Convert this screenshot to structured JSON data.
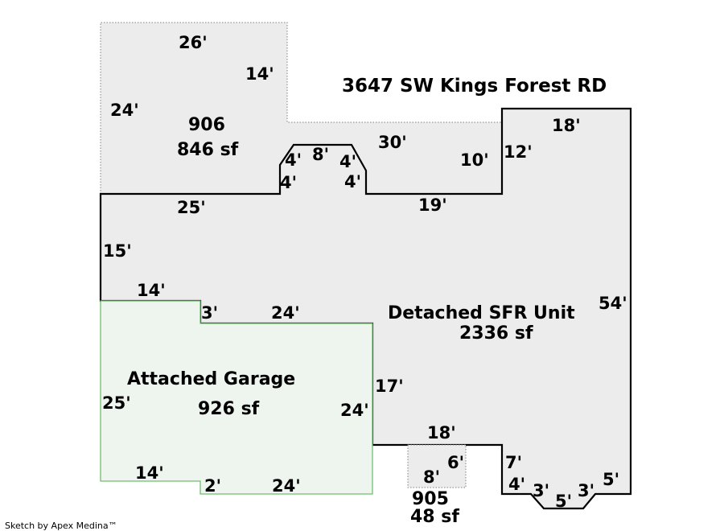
{
  "address": "3647 SW Kings Forest RD",
  "credit": "Sketch by Apex Medina™",
  "colors": {
    "main_fill": "#ececec",
    "main_stroke": "#000000",
    "garage_fill": "#eef5ee",
    "garage_stroke": "#6fbf6f",
    "annex_stroke": "#808080"
  },
  "areas": {
    "main": {
      "name": "Detached SFR Unit",
      "area": "2336 sf"
    },
    "garage": {
      "name": "Attached Garage",
      "area": "926 sf"
    },
    "area906": {
      "code": "906",
      "area": "846 sf"
    },
    "area905": {
      "code": "905",
      "area": "48 sf"
    }
  },
  "dimensions": {
    "d26": "26'",
    "d14a": "14'",
    "d24a": "24'",
    "d30": "30'",
    "d4a": "4'",
    "d8a": "8'",
    "d4b": "4'",
    "d4c": "4'",
    "d4d": "4'",
    "d10": "10'",
    "d12": "12'",
    "d18a": "18'",
    "d25a": "25'",
    "d19": "19'",
    "d15": "15'",
    "d14b": "14'",
    "d3a": "3'",
    "d24b": "24'",
    "d54": "54'",
    "d17": "17'",
    "d25b": "25'",
    "d24c": "24'",
    "d18b": "18'",
    "d6": "6'",
    "d8b": "8'",
    "d7": "7'",
    "d14c": "14'",
    "d2": "2'",
    "d24d": "24'",
    "d4e": "4'",
    "d3b": "3'",
    "d5a": "5'",
    "d3c": "3'",
    "d5b": "5'"
  }
}
